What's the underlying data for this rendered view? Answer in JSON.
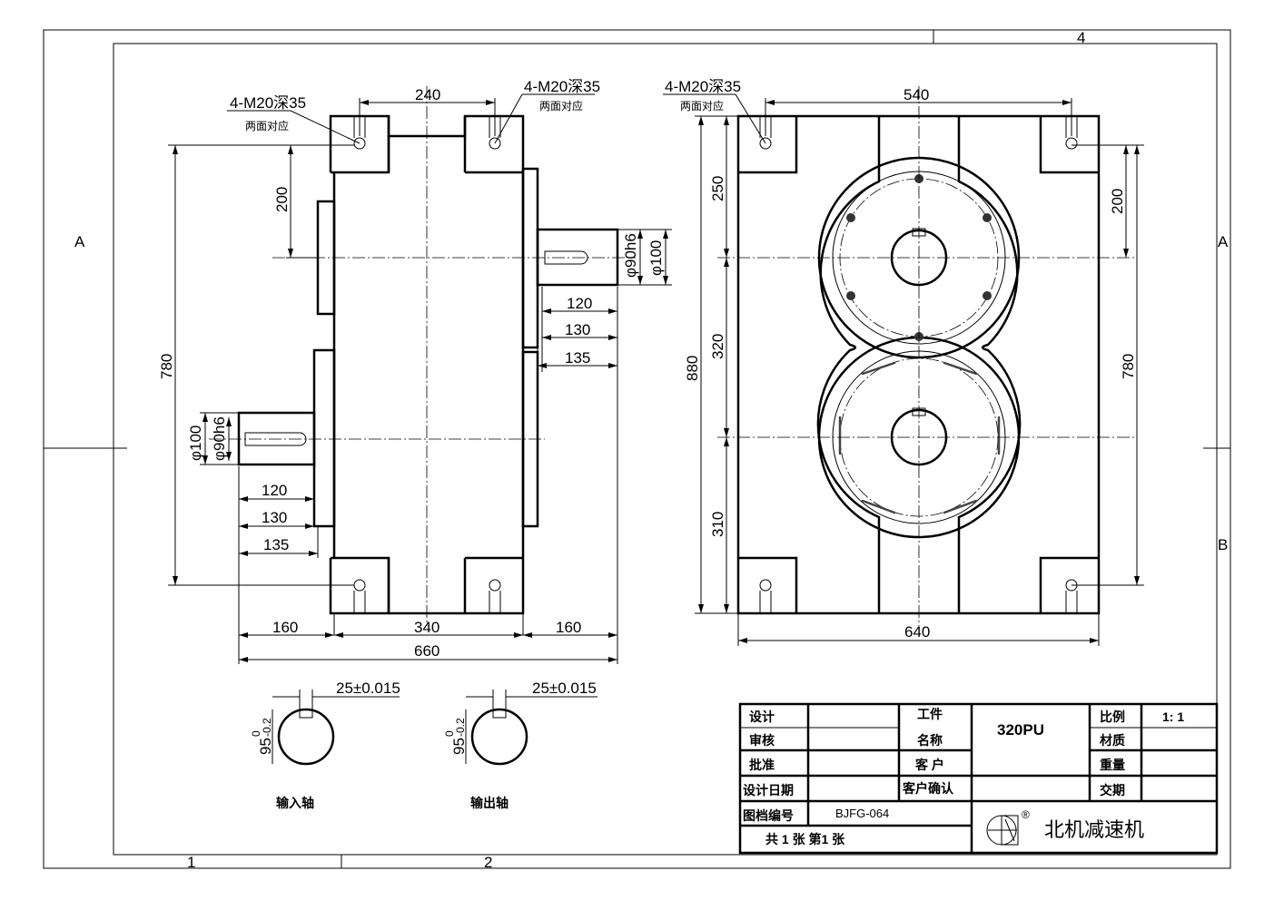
{
  "zones": {
    "a_left": "A",
    "a_right": "A",
    "b_right": "B",
    "n1": "1",
    "n2": "2",
    "n4": "4"
  },
  "left_view": {
    "hole_note_left": "4-M20深35",
    "hole_sub_left": "两面对应",
    "hole_note_right": "4-M20深35",
    "hole_sub_right": "两面对应",
    "dim_240": "240",
    "dim_200": "200",
    "dim_780": "780",
    "out_dia1": "φ90h6",
    "out_dia2": "φ100",
    "out_120": "120",
    "out_130": "130",
    "out_135": "135",
    "in_dia1": "φ100",
    "in_dia2": "φ90h6",
    "in_120": "120",
    "in_130": "130",
    "in_135": "135",
    "dim_160a": "160",
    "dim_340": "340",
    "dim_160b": "160",
    "dim_660": "660"
  },
  "right_view": {
    "hole_note": "4-M20深35",
    "hole_sub": "两面对应",
    "dim_540": "540",
    "dim_880": "880",
    "dim_250": "250",
    "dim_320": "320",
    "dim_310": "310",
    "dim_200": "200",
    "dim_780": "780",
    "dim_640": "640"
  },
  "sections": [
    {
      "key": "25±0.015",
      "dia": "95",
      "tol_up": "0",
      "tol_low": "-0.2",
      "label": "输入轴"
    },
    {
      "key": "25±0.015",
      "dia": "95",
      "tol_up": "0",
      "tol_low": "-0.2",
      "label": "输出轴"
    }
  ],
  "title_block": {
    "design": "设计",
    "review": "审核",
    "approve": "批准",
    "design_date": "设计日期",
    "drawing_no_label": "图档编号",
    "drawing_no": "BJFG-064",
    "sheets": "共 1 张 第1 张",
    "part_label1": "工件",
    "part_label2": "名称",
    "part_name": "320PU",
    "customer": "客 户",
    "customer_confirm": "客户确认",
    "scale_label": "比例",
    "scale": "1: 1",
    "material": "材质",
    "weight": "重量",
    "delivery": "交期",
    "company": "北机减速机",
    "reg": "®"
  }
}
